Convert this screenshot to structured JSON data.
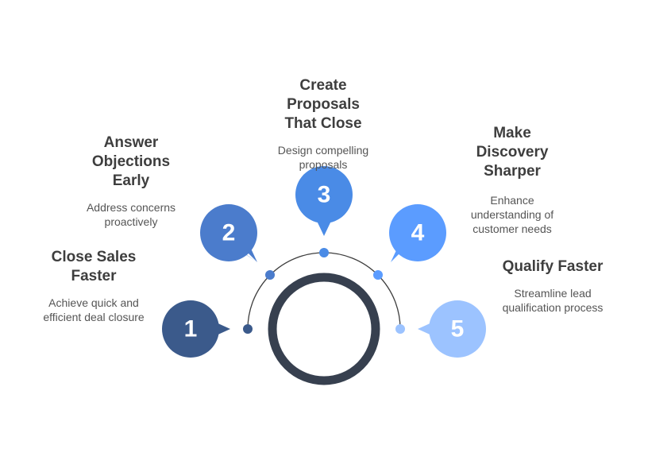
{
  "colors": {
    "ring": "#37404f",
    "arc": "#3e3e3e",
    "step_1": "#3b5a8b",
    "step_2": "#4b7ccc",
    "step_3": "#4a8be6",
    "step_4": "#5b9cff",
    "step_5": "#9cc3ff"
  },
  "steps": [
    {
      "number": "1",
      "title": "Close Sales\nFaster",
      "description": "Achieve quick and\nefficient deal closure"
    },
    {
      "number": "2",
      "title": "Answer\nObjections\nEarly",
      "description": "Address concerns\nproactively"
    },
    {
      "number": "3",
      "title": "Create\nProposals\nThat Close",
      "description": "Design compelling\nproposals"
    },
    {
      "number": "4",
      "title": "Make\nDiscovery\nSharper",
      "description": "Enhance\nunderstanding of\ncustomer needs"
    },
    {
      "number": "5",
      "title": "Qualify Faster",
      "description": "Streamline lead\nqualification process"
    }
  ]
}
